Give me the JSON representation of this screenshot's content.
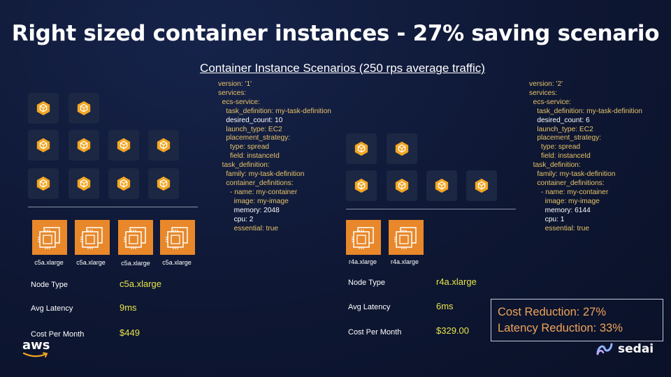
{
  "title": "Right sized container instances - 27% saving scenario",
  "subtitle": "Container Instance Scenarios (250 rps average traffic)",
  "icons": {
    "task": "ecs-task-icon",
    "instance": "ec2-instance-icon"
  },
  "colors": {
    "task_tile_bg": "#1c2744",
    "task_hex": "#f2a623",
    "ec2_orange": "#e8882b",
    "value_yellow": "#e8e44a",
    "yaml_key": "#e8c46a",
    "summary_orange": "#f0a35a"
  },
  "scenario1": {
    "instances": [
      "c5a.xlarge",
      "c5a.xlarge",
      "c5a.xlarge",
      "c5a.xlarge"
    ],
    "metrics": [
      {
        "label": "Node Type",
        "value": "c5a.xlarge"
      },
      {
        "label": "Avg Latency",
        "value": "9ms"
      },
      {
        "label": "Cost Per Month",
        "value": "$449"
      }
    ],
    "yaml": [
      {
        "k": "version: '1'",
        "w": ""
      },
      {
        "k": "services:",
        "w": ""
      },
      {
        "k": "  ecs-service:",
        "w": ""
      },
      {
        "k": "    task_definition: my-task-definition",
        "w": ""
      },
      {
        "k": "",
        "w": "    desired_count: 10"
      },
      {
        "k": "    launch_type: EC2",
        "w": ""
      },
      {
        "k": "    placement_strategy:",
        "w": ""
      },
      {
        "k": "      type: spread",
        "w": ""
      },
      {
        "k": "      field: instanceId",
        "w": ""
      },
      {
        "k": "  task_definition:",
        "w": ""
      },
      {
        "k": "    family: my-task-definition",
        "w": ""
      },
      {
        "k": "    container_definitions:",
        "w": ""
      },
      {
        "k": "      - name: my-container",
        "w": ""
      },
      {
        "k": "        image: my-image",
        "w": ""
      },
      {
        "k": "",
        "w": "        memory: 2048"
      },
      {
        "k": "",
        "w": "        cpu: 2"
      },
      {
        "k": "        essential: true",
        "w": ""
      }
    ]
  },
  "scenario2": {
    "instances": [
      "r4a.xlarge",
      "r4a.xlarge"
    ],
    "metrics": [
      {
        "label": "Node Type",
        "value": "r4a.xlarge"
      },
      {
        "label": "Avg Latency",
        "value": "6ms"
      },
      {
        "label": "Cost Per Month",
        "value": "$329.00"
      }
    ],
    "yaml": [
      {
        "k": "version: '2'",
        "w": ""
      },
      {
        "k": "services:",
        "w": ""
      },
      {
        "k": "  ecs-service:",
        "w": ""
      },
      {
        "k": "    task_definition: my-task-definition",
        "w": ""
      },
      {
        "k": "",
        "w": "    desired_count: 6"
      },
      {
        "k": "    launch_type: EC2",
        "w": ""
      },
      {
        "k": "    placement_strategy:",
        "w": ""
      },
      {
        "k": "      type: spread",
        "w": ""
      },
      {
        "k": "      field: instanceId",
        "w": ""
      },
      {
        "k": "  task_definition:",
        "w": ""
      },
      {
        "k": "    family: my-task-definition",
        "w": ""
      },
      {
        "k": "    container_definitions:",
        "w": ""
      },
      {
        "k": "      - name: my-container",
        "w": ""
      },
      {
        "k": "        image: my-image",
        "w": ""
      },
      {
        "k": "",
        "w": "        memory: 6144"
      },
      {
        "k": "",
        "w": "        cpu: 1"
      },
      {
        "k": "        essential: true",
        "w": ""
      }
    ]
  },
  "summary": {
    "cost_reduction": "Cost Reduction: 27%",
    "latency_reduction": "Latency Reduction: 33%"
  },
  "logos": {
    "aws": "aws",
    "sedai": "sedai"
  }
}
